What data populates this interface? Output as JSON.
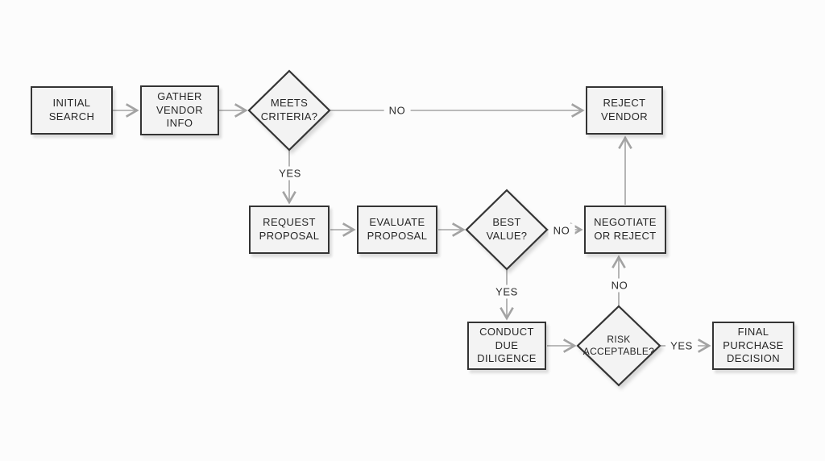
{
  "diagram": {
    "type": "flowchart",
    "topic": "vendor-selection-process",
    "colors": {
      "background": "#fcfcfc",
      "node_fill": "#f3f3f3",
      "node_border": "#343434",
      "connector": "#a3a3a3",
      "text": "#262626"
    },
    "nodes": [
      {
        "id": "initial-search",
        "shape": "process",
        "label": "INITIAL\nSEARCH"
      },
      {
        "id": "gather-vendor-info",
        "shape": "process",
        "label": "GATHER\nVENDOR\nINFO"
      },
      {
        "id": "meets-criteria",
        "shape": "decision",
        "label": "MEETS\nCRITERIA?"
      },
      {
        "id": "reject-vendor",
        "shape": "process",
        "label": "REJECT\nVENDOR"
      },
      {
        "id": "request-proposal",
        "shape": "process",
        "label": "REQUEST\nPROPOSAL"
      },
      {
        "id": "evaluate-proposal",
        "shape": "process",
        "label": "EVALUATE\nPROPOSAL"
      },
      {
        "id": "best-value",
        "shape": "decision",
        "label": "BEST\nVALUE?"
      },
      {
        "id": "negotiate-or-reject",
        "shape": "process",
        "label": "NEGOTIATE\nOR REJECT"
      },
      {
        "id": "conduct-due-diligence",
        "shape": "process",
        "label": "CONDUCT\nDUE\nDILIGENCE"
      },
      {
        "id": "risk-acceptable",
        "shape": "decision",
        "label": "RISK\nACCEPTABLE?"
      },
      {
        "id": "final-purchase-decision",
        "shape": "process",
        "label": "FINAL\nPURCHASE\nDECISION"
      }
    ],
    "edges": [
      {
        "from": "initial-search",
        "to": "gather-vendor-info",
        "label": ""
      },
      {
        "from": "gather-vendor-info",
        "to": "meets-criteria",
        "label": ""
      },
      {
        "from": "meets-criteria",
        "to": "reject-vendor",
        "label": "NO"
      },
      {
        "from": "meets-criteria",
        "to": "request-proposal",
        "label": "YES"
      },
      {
        "from": "request-proposal",
        "to": "evaluate-proposal",
        "label": ""
      },
      {
        "from": "evaluate-proposal",
        "to": "best-value",
        "label": ""
      },
      {
        "from": "best-value",
        "to": "negotiate-or-reject",
        "label": "NO"
      },
      {
        "from": "best-value",
        "to": "conduct-due-diligence",
        "label": "YES"
      },
      {
        "from": "conduct-due-diligence",
        "to": "risk-acceptable",
        "label": ""
      },
      {
        "from": "risk-acceptable",
        "to": "final-purchase-decision",
        "label": "YES"
      },
      {
        "from": "risk-acceptable",
        "to": "negotiate-or-reject",
        "label": "NO"
      },
      {
        "from": "negotiate-or-reject",
        "to": "reject-vendor",
        "label": ""
      }
    ]
  }
}
